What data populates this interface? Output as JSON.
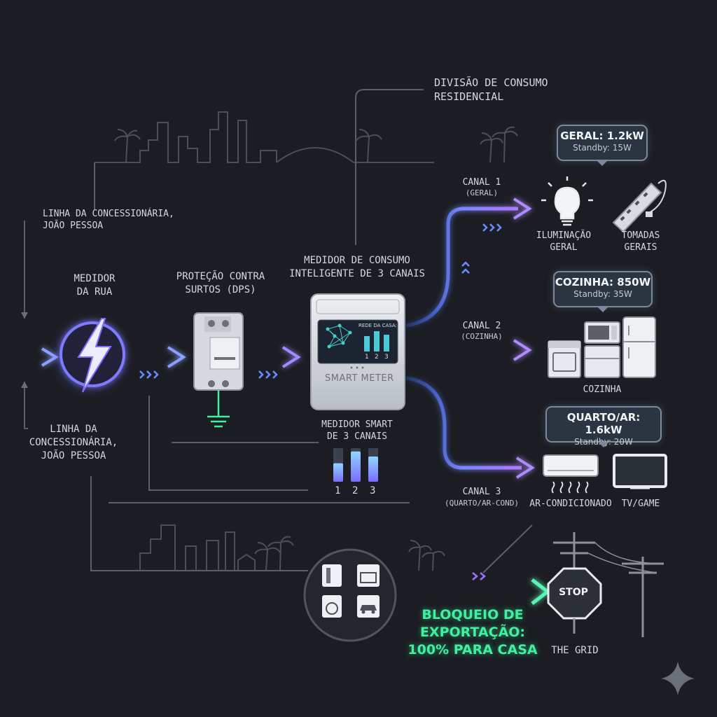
{
  "title": "DIVISÃO DE CONSUMO\nRESIDENCIAL",
  "utility_line_top": "LINHA DA CONCESSIONÁRIA,\nJOÃO PESSOA",
  "utility_line_bottom": "LINHA DA\nCONCESSIONÁRIA,\nJOÃO PESSOA",
  "street_meter": "MEDIDOR\nDA RUA",
  "surge_protection": "PROTEÇÃO CONTRA\nSURTOS (DPS)",
  "smart_meter": {
    "heading": "MEDIDOR DE CONSUMO\nINTELIGENTE DE 3 CANAIS",
    "brand": "SMART METER",
    "screen_label": "REDE DA CASA:",
    "screen_numbers": [
      "1",
      "2",
      "3"
    ],
    "caption": "MEDIDOR SMART\nDE 3 CANAIS",
    "channel_levels": [
      0.55,
      0.9,
      0.75
    ]
  },
  "channels": [
    {
      "name": "CANAL 1",
      "sub": "(GERAL)"
    },
    {
      "name": "CANAL 2",
      "sub": "(COZINHA)"
    },
    {
      "name": "CANAL 3",
      "sub": "(QUARTO/AR-COND)"
    }
  ],
  "bubbles": [
    {
      "title": "GERAL: 1.2kW",
      "standby": "Standby: 15W"
    },
    {
      "title": "COZINHA: 850W",
      "standby": "Standby: 35W"
    },
    {
      "title": "QUARTO/AR: 1.6kW",
      "standby": "Standby: 20W"
    }
  ],
  "devices": {
    "lighting": "ILUMINAÇÃO\nGERAL",
    "outlets": "TOMADAS\nGERAIS",
    "kitchen": "COZINHA",
    "ac": "AR-CONDICIONADO",
    "tv": "TV/GAME"
  },
  "export_block": "BLOQUEIO DE\nEXPORTAÇÃO:\n100% PARA CASA",
  "stop_sign": "STOP",
  "grid": "THE GRID",
  "icons": [
    "lightning-icon",
    "dps-breaker-icon",
    "ground-icon",
    "lightbulb-icon",
    "power-strip-icon",
    "stove-icon",
    "microwave-icon",
    "fridge-icon",
    "air-conditioner-icon",
    "tv-icon",
    "washer-icon",
    "car-icon",
    "oven-icon",
    "utility-pole-icon",
    "stop-sign-icon",
    "sparkle-icon"
  ],
  "colors": {
    "accent_blue": "#5a8cff",
    "accent_purple": "#a070ff",
    "accent_green": "#3ef0a0",
    "background": "#1b1d22"
  }
}
